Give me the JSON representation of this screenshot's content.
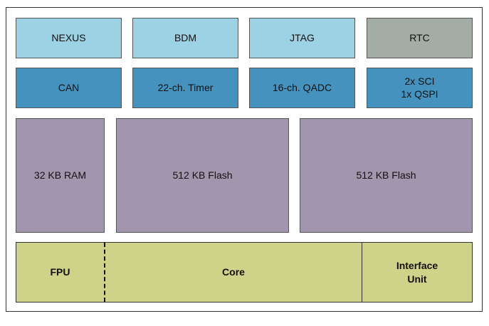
{
  "row1": [
    "NEXUS",
    "BDM",
    "JTAG",
    "RTC"
  ],
  "row2": [
    "CAN",
    "22-ch. Timer",
    "16-ch. QADC",
    "2x SCI\n1x QSPI"
  ],
  "memory": [
    "32 KB RAM",
    "512 KB Flash",
    "512 KB Flash"
  ],
  "core_bar": {
    "fpu": "FPU",
    "core": "Core",
    "interface": "Interface\nUnit"
  },
  "colors": {
    "debug_blocks": "#9dd2e4",
    "rtc_block": "#a3aca5",
    "peripheral_blocks": "#4492bd",
    "memory_blocks": "#a296ae",
    "core_bar": "#cfd38a"
  }
}
